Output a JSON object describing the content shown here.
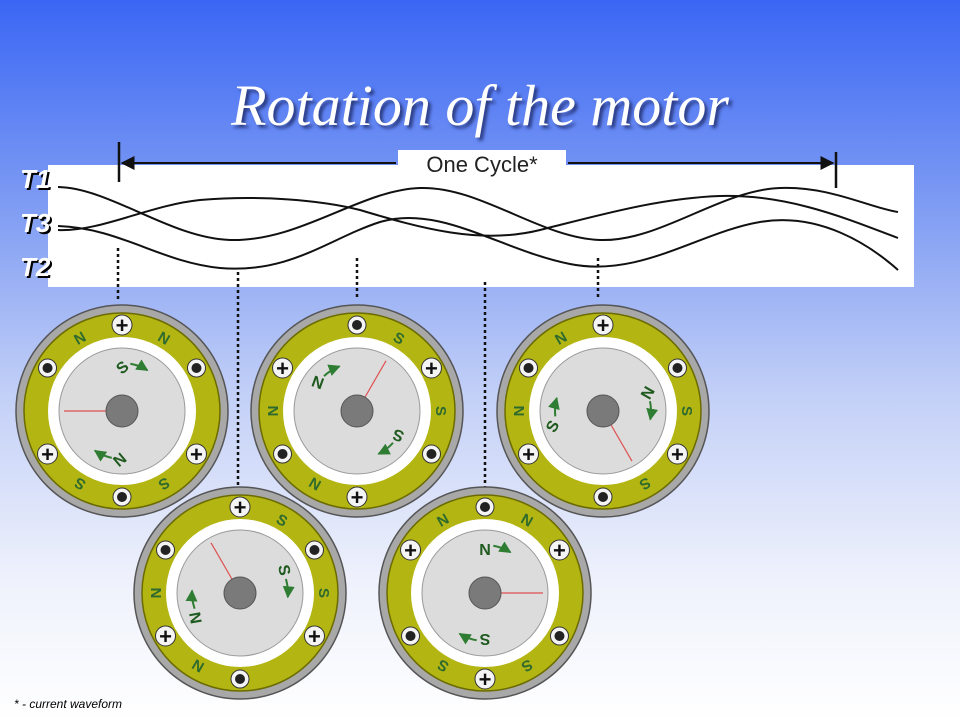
{
  "title": "Rotation of the motor",
  "cycle_label": "One Cycle*",
  "footnote": "* - current waveform",
  "waveform_labels": [
    "T1",
    "T3",
    "T2"
  ],
  "motors": [
    {
      "pole_letters": [
        "N",
        "N",
        "S",
        "S"
      ],
      "rotor_letters": [
        "S",
        "N"
      ],
      "terminals": [
        "+",
        "+",
        "+",
        "•",
        "•",
        "•"
      ]
    },
    {
      "pole_letters": [
        "S",
        "S",
        "N",
        "N"
      ],
      "rotor_letters": [
        "N",
        "S"
      ],
      "terminals": [
        "+",
        "+",
        "+",
        "•",
        "•",
        "•"
      ]
    },
    {
      "pole_letters": [
        "S",
        "S",
        "N",
        "N"
      ],
      "rotor_letters": [
        "N",
        "S"
      ],
      "terminals": [
        "+",
        "+",
        "+",
        "•",
        "•",
        "•"
      ]
    },
    {
      "pole_letters": [
        "N",
        "N",
        "S",
        "S"
      ],
      "rotor_letters": [
        "S",
        "N"
      ],
      "terminals": [
        "+",
        "+",
        "+",
        "•",
        "•",
        "•"
      ]
    },
    {
      "pole_letters": [
        "S",
        "S",
        "N",
        "N"
      ],
      "rotor_letters": [
        "N",
        "S"
      ],
      "terminals": [
        "+",
        "+",
        "+",
        "•",
        "•",
        "•"
      ]
    }
  ],
  "colors": {
    "stator": "#b3b512",
    "housing": "#a8a8a8",
    "rotor": "#dcdcdc",
    "arrow": "#2e7d32",
    "pointer": "#e05050"
  }
}
